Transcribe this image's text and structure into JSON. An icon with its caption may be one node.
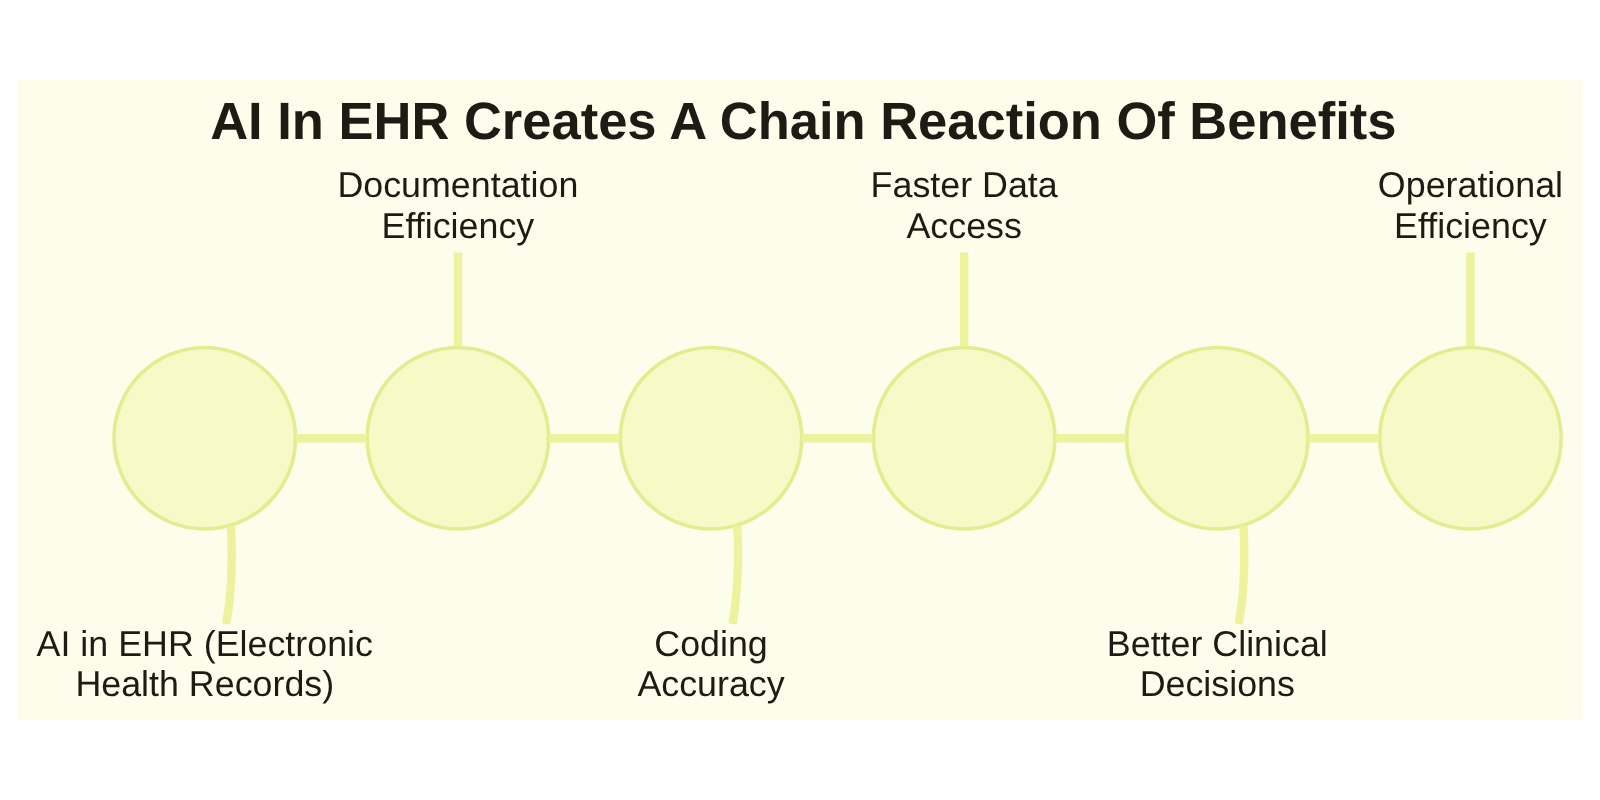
{
  "diagram": {
    "title": "AI In EHR Creates A Chain Reaction Of Benefits",
    "nodes": [
      {
        "text": [
          "AI in EHR (Electronic Health Records)"
        ]
      },
      {
        "text": [],
        "shape": "circle"
      },
      {
        "text": [
          "Documentation Efficiency"
        ]
      },
      {
        "text": [],
        "shape": "circle"
      },
      {
        "text": [
          "Coding Accuracy"
        ]
      },
      {
        "text": [],
        "shape": "circle"
      },
      {
        "text": [
          "Faster Data Access"
        ]
      },
      {
        "text": [],
        "shape": "circle"
      },
      {
        "text": [
          "Better Clinical Decisions"
        ]
      },
      {
        "text": [],
        "shape": "circle"
      },
      {
        "text": [
          "Operational Efficiency"
        ]
      },
      {
        "text": [],
        "shape": "circle"
      }
    ],
    "edges": [
      {
        "from": 1,
        "to": 3,
        "arrow": "none"
      },
      {
        "from": 3,
        "to": 5,
        "arrow": "none"
      },
      {
        "from": 5,
        "to": 7,
        "arrow": "none"
      },
      {
        "from": 7,
        "to": 9,
        "arrow": "none"
      },
      {
        "from": 9,
        "to": 11,
        "arrow": "none"
      },
      {
        "from": 0,
        "to": 1,
        "arrow": "none"
      },
      {
        "from": 2,
        "to": 3,
        "arrow": "none"
      },
      {
        "from": 4,
        "to": 5,
        "arrow": "none"
      },
      {
        "from": 6,
        "to": 7,
        "arrow": "none"
      },
      {
        "from": 8,
        "to": 9,
        "arrow": "none"
      },
      {
        "from": 10,
        "to": 11,
        "arrow": "none"
      }
    ]
  }
}
